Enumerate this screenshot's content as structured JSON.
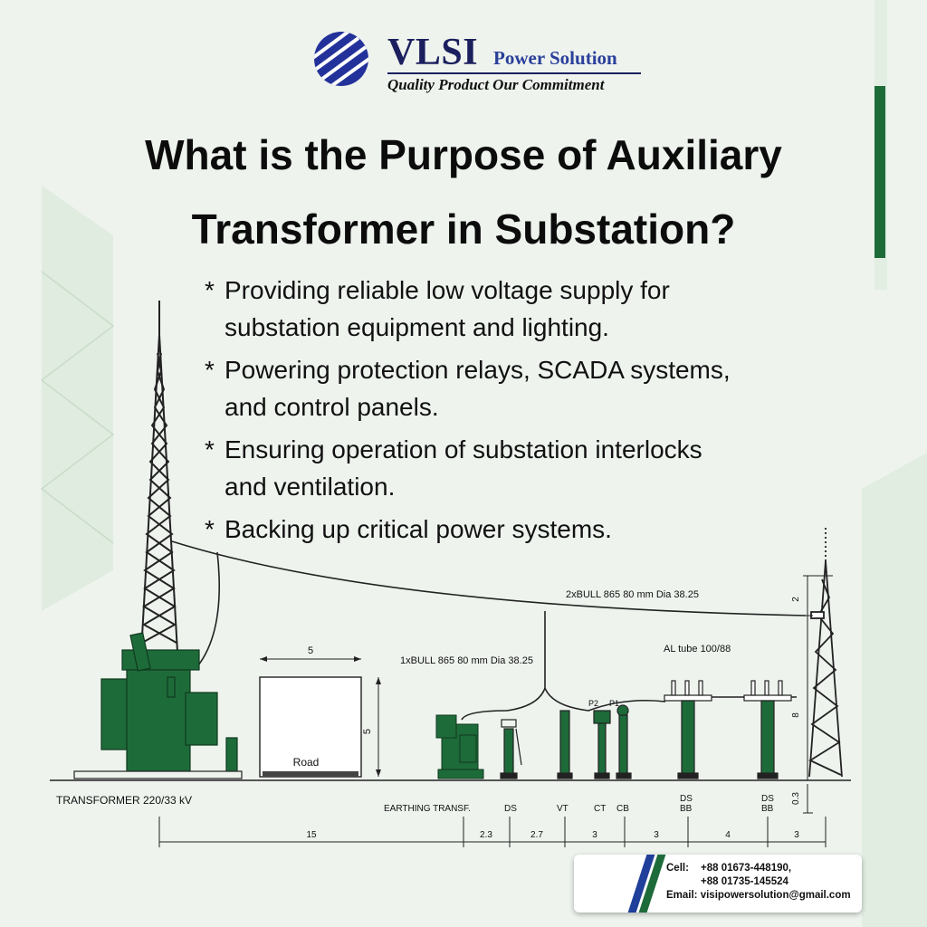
{
  "logo": {
    "name_main": "VLSI",
    "name_sub": "Power Solution",
    "tagline": "Quality Product Our Commitment",
    "colors": {
      "navy": "#1b1f5e",
      "blue": "#2a3f9a"
    }
  },
  "headline": {
    "line1": "What is the Purpose of Auxiliary",
    "line2": "Transformer in Substation?"
  },
  "bullets": [
    {
      "marker": "*",
      "line1": "Providing reliable low voltage supply for",
      "line2": "substation equipment and lighting."
    },
    {
      "marker": "*",
      "line1": "Powering protection relays, SCADA systems,",
      "line2": "and control panels."
    },
    {
      "marker": "*",
      "line1": "Ensuring operation of substation interlocks",
      "line2": "and ventilation."
    },
    {
      "marker": "*",
      "line1": "Backing up critical power systems.",
      "line2": ""
    }
  ],
  "diagram": {
    "conductor_upper": "2xBULL 865 80 mm  Dia 38.25",
    "conductor_lower": "1xBULL 865 80 mm  Dia 38.25",
    "al_tube": "AL tube 100/88",
    "road": "Road",
    "road_width": "5",
    "road_height": "5",
    "transformer_label": "TRANSFORMER 220/33 kV",
    "equipment": {
      "earthing": "EARTHING TRANSF.",
      "ds": "DS",
      "vt": "VT",
      "ct": "CT",
      "cb": "CB",
      "dsbb1_top": "DS",
      "dsbb1_bottom": "BB",
      "dsbb2_top": "DS",
      "dsbb2_bottom": "BB"
    },
    "ct_terminals": {
      "p2": "P2",
      "p1": "P1"
    },
    "spacings": [
      "15",
      "2.3",
      "2.7",
      "3",
      "3",
      "4",
      "3"
    ],
    "right_dims": {
      "top": "2",
      "middle": "8",
      "bottom": "0.3"
    },
    "colors": {
      "equipment_green": "#1e6b3a",
      "line": "#222222"
    }
  },
  "contact": {
    "cell_label": "Cell:",
    "phone1": "+88 01673-448190,",
    "phone2": "+88 01735-145524",
    "email_label": "Email:",
    "email": "visipowersolution@gmail.com"
  }
}
